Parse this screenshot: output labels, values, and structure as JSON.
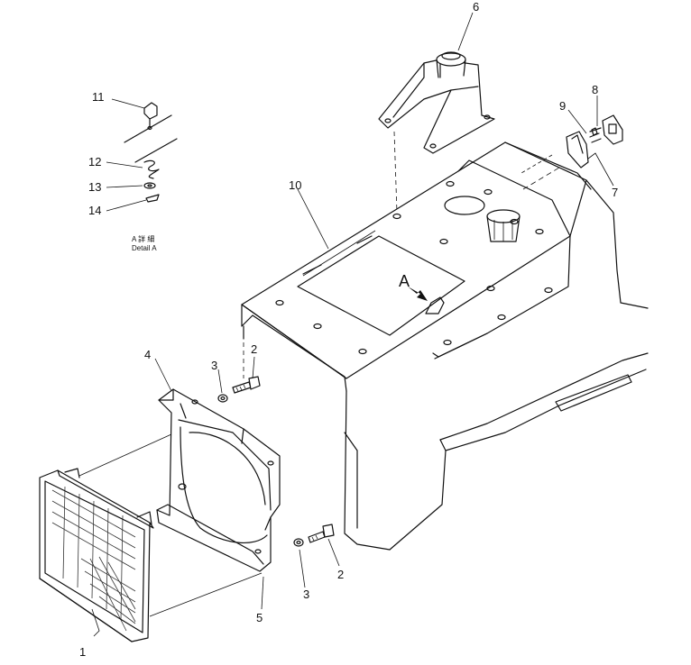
{
  "callouts": [
    {
      "id": "c1",
      "label": "1"
    },
    {
      "id": "c2a",
      "label": "2"
    },
    {
      "id": "c2b",
      "label": "2"
    },
    {
      "id": "c3a",
      "label": "3"
    },
    {
      "id": "c3b",
      "label": "3"
    },
    {
      "id": "c4",
      "label": "4"
    },
    {
      "id": "c5",
      "label": "5"
    },
    {
      "id": "c6",
      "label": "6"
    },
    {
      "id": "c7",
      "label": "7"
    },
    {
      "id": "c8",
      "label": "8"
    },
    {
      "id": "c9",
      "label": "9"
    },
    {
      "id": "c10",
      "label": "10"
    },
    {
      "id": "c11",
      "label": "11"
    },
    {
      "id": "c12",
      "label": "12"
    },
    {
      "id": "c13",
      "label": "13"
    },
    {
      "id": "c14",
      "label": "14"
    }
  ],
  "detail": {
    "view_letter": "A",
    "jp_label": "A 詳 細",
    "en_label": "Detail A"
  }
}
